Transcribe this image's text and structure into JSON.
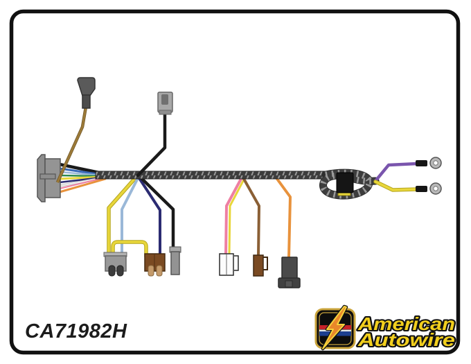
{
  "figure": {
    "part_number": "CA71982H",
    "description": "wiring harness illustration"
  },
  "logo": {
    "line1": "American",
    "line2": "Autowire"
  },
  "colors": {
    "tan": "#9c7a38",
    "black-wire": "#1a1a1a",
    "yellow": "#e8d63a",
    "yellow-edge": "#b3a41f",
    "light-blue": "#9ab8d8",
    "navy": "#2b2b72",
    "pink": "#ee7fa2",
    "brown": "#8a5f35",
    "orange": "#e8923c",
    "purple": "#7a55ad",
    "blue": "#3a6ab8",
    "green": "#2e8a4e",
    "white-wire": "#efefef",
    "loom": "#3d3d3d",
    "loom-hatch": "#9a9a9a",
    "connector-gray": "#989898",
    "connector-gray-dark": "#555555",
    "connector-brown": "#7a4a22",
    "prong-tan": "#c49a6a",
    "connector-dark": "#4a4a4a",
    "connector-white": "#fcfcfc",
    "ring-gray": "#b8b8b8",
    "logo-gold": "#caa43c",
    "logo-yellow": "#f2cf1d",
    "logo-red": "#c52128",
    "logo-blue": "#1d3f8f",
    "bolt-orange": "#e8872a",
    "frame": "#111111"
  }
}
